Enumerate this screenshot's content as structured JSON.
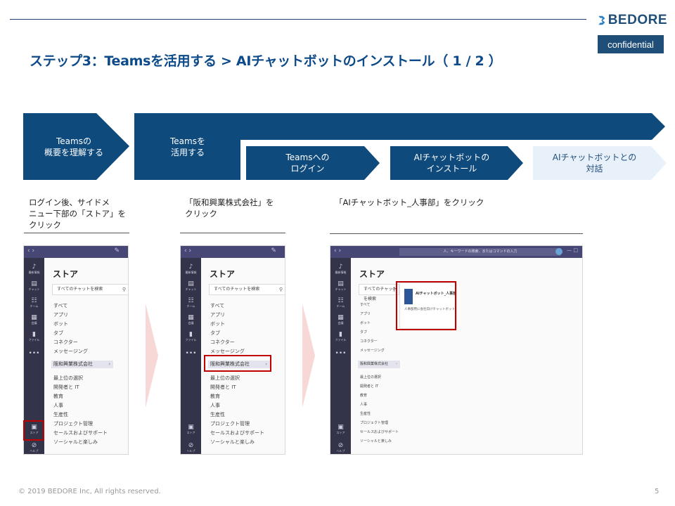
{
  "header": {
    "brand": "BEDORE",
    "badge": "confidential",
    "title": "ステップ3：Teamsを活用する > AIチャットボットのインストール（ 1 / 2 ）"
  },
  "flow": {
    "step1": "Teamsの\n概要を理解する",
    "step2": "Teamsを\n活用する",
    "sub1": "Teamsへの\nログイン",
    "sub2": "AIチャットボットの\nインストール",
    "sub3": "AIチャットボットとの\n対話"
  },
  "instructions": [
    "ログイン後、サイドメ\nニュー下部の「ストア」を\nクリック",
    "「阪和興業株式会社」を\nクリック",
    "「AIチャットボット_人事部」をクリック"
  ],
  "teams": {
    "store_title": "ストア",
    "search_placeholder": "すべてのチャットを検索",
    "categories_top": [
      "すべて",
      "アプリ",
      "ボット",
      "タブ",
      "コネクター",
      "メッセージング"
    ],
    "selected_category": "阪和興業株式会社",
    "categories_bottom": [
      "最上位の選択",
      "開発者と IT",
      "教育",
      "人事",
      "生産性",
      "プロジェクト管理",
      "セールスおよびサポート",
      "ソーシャルと楽しみ"
    ],
    "rail": [
      {
        "icon": "bell-icon",
        "label": "最新情報"
      },
      {
        "icon": "chat-icon",
        "label": "チャット"
      },
      {
        "icon": "team-icon",
        "label": "チーム"
      },
      {
        "icon": "calendar-icon",
        "label": "会議"
      },
      {
        "icon": "file-icon",
        "label": "ファイル"
      }
    ],
    "store_rail_label": "ストア",
    "help_rail_label": "ヘルプ",
    "top_search": "人、キーワードの検索、またはコマンドの入力",
    "bot_name": "AIチャットボット_人事部",
    "bot_desc": "人事部用に会社向けチャットボット"
  },
  "footer": {
    "copyright": "© 2019 BEDORE Inc, All rights reserved.",
    "page": "5"
  },
  "colors": {
    "navy": "#0f4a7d",
    "light_step": "#e8f1fa",
    "highlight": "#c00000",
    "chevron": "#f8d7d7"
  }
}
